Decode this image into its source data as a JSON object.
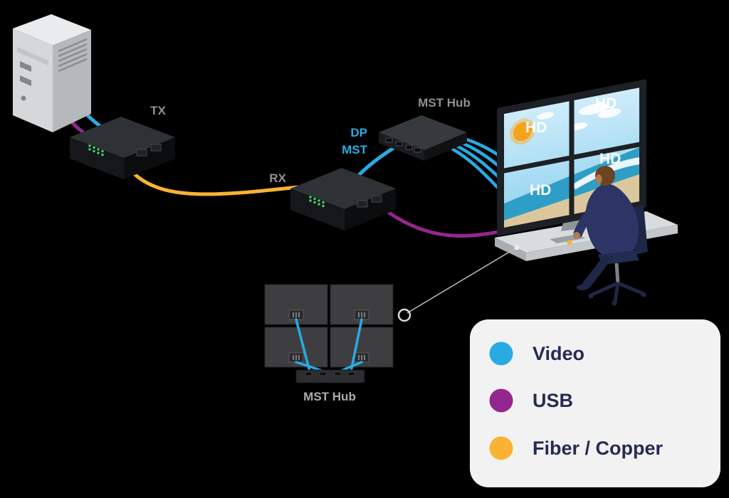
{
  "colors": {
    "background": "#000000",
    "video": "#29abe2",
    "usb": "#93278f",
    "fiber": "#f9b233",
    "device_label": "#8e9093",
    "legend_bg": "#f2f2f2",
    "legend_text": "#262b54"
  },
  "labels": {
    "tx": "TX",
    "rx": "RX",
    "mst_hub_top": "MST Hub",
    "mst_hub_bottom": "MST Hub",
    "dp": "DP",
    "mst": "MST"
  },
  "monitors": [
    {
      "label": "HD"
    },
    {
      "label": "HD"
    },
    {
      "label": "HD"
    },
    {
      "label": "HD"
    }
  ],
  "legend": {
    "items": [
      {
        "label": "Video",
        "color": "#29abe2"
      },
      {
        "label": "USB",
        "color": "#93278f"
      },
      {
        "label": "Fiber / Copper",
        "color": "#f9b233"
      }
    ]
  }
}
